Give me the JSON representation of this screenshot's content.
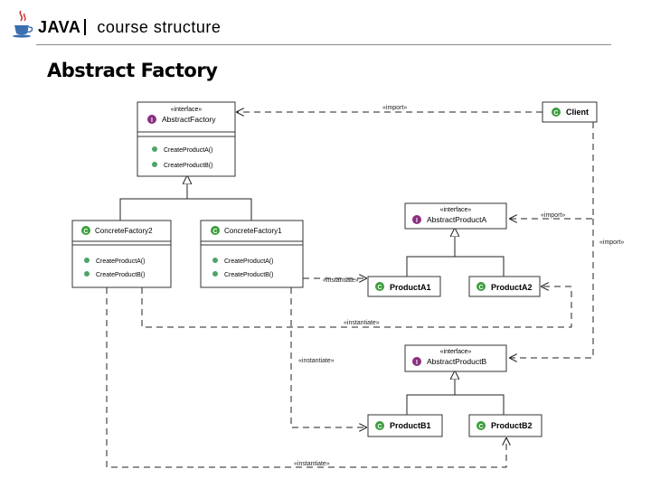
{
  "header": {
    "title": "JAVA",
    "subtitle": "course structure"
  },
  "slide": {
    "title": "Abstract Factory"
  },
  "colors": {
    "class_icon": "#3c9e3c",
    "interface_icon": "#8a2f80",
    "method_dot": "#4fa36a",
    "box_border": "#333333",
    "line": "#222222"
  },
  "diagram": {
    "abstract_factory": {
      "stereotype": "«interface»",
      "name": "AbstractFactory",
      "icon": "interface-icon",
      "methods": [
        "CreateProductA()",
        "CreateProductB()"
      ]
    },
    "client": {
      "name": "Client",
      "icon": "class-icon"
    },
    "concrete_factory_2": {
      "name": "ConcreteFactory2",
      "icon": "class-icon",
      "methods": [
        "CreateProductA()",
        "CreateProductB()"
      ]
    },
    "concrete_factory_1": {
      "name": "ConcreteFactory1",
      "icon": "class-icon",
      "methods": [
        "CreateProductA()",
        "CreateProductB()"
      ]
    },
    "abstract_product_a": {
      "stereotype": "«interface»",
      "name": "AbstractProductA",
      "icon": "interface-icon"
    },
    "abstract_product_b": {
      "stereotype": "«interface»",
      "name": "AbstractProductB",
      "icon": "interface-icon"
    },
    "product_a1": {
      "name": "ProductA1",
      "icon": "class-icon"
    },
    "product_a2": {
      "name": "ProductA2",
      "icon": "class-icon"
    },
    "product_b1": {
      "name": "ProductB1",
      "icon": "class-icon"
    },
    "product_b2": {
      "name": "ProductB2",
      "icon": "class-icon"
    },
    "labels": {
      "import_factory": "«import»",
      "import_product_a": "«import»",
      "import_product_b": "«import»",
      "instantiate_a1": "«instantiate»",
      "instantiate_a2": "«instantiate»",
      "instantiate_b1": "«instantiate»",
      "instantiate_b2": "«instantiate»"
    }
  }
}
